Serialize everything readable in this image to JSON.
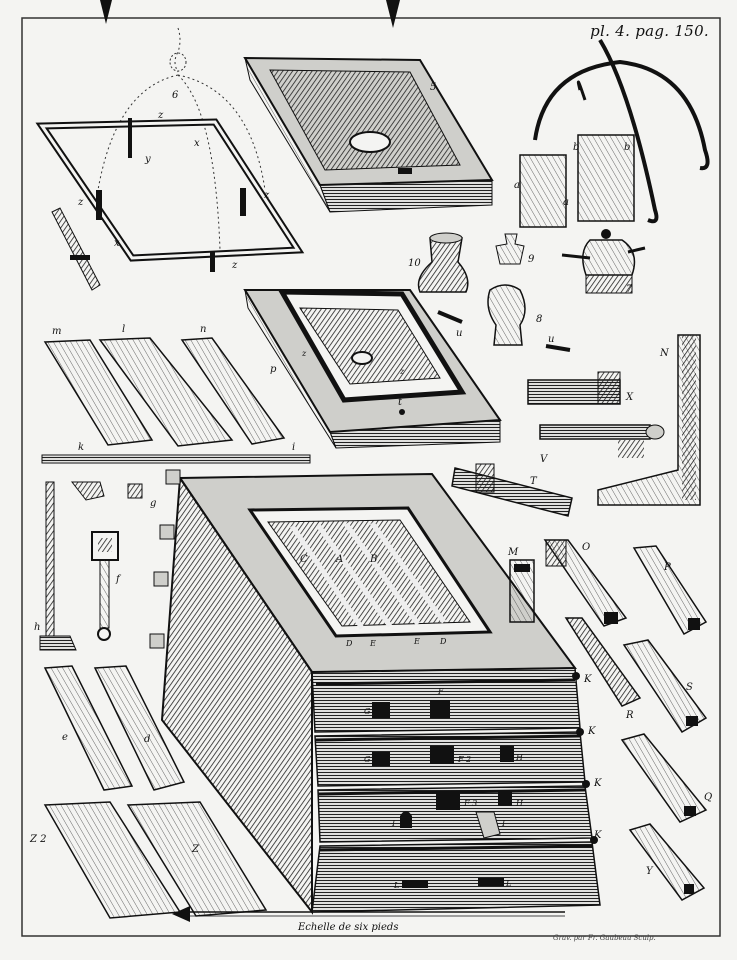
{
  "header": {
    "plate_number": "pl. 4. pag. 150."
  },
  "footer": {
    "scale_caption": "Echelle de six pieds",
    "engraver": "Grav. par Fr. Gaubeau Sculp."
  },
  "colors": {
    "paper": "#f4f4f2",
    "ink": "#111111",
    "shade": "#555555",
    "light": "#cfcfcb"
  },
  "labels": {
    "hoop_center": "6",
    "bar_z_top": "z",
    "bar_x_top": "x",
    "bar_y": "y",
    "bar_z_left": "z",
    "bar_z_right": "z",
    "bar_x_left": "x",
    "bar_z_bottom": "z",
    "frame_five": "5",
    "jar_left": "a",
    "jar_right": "b",
    "jar_right_b": "b",
    "jar_a": "a",
    "pot_ten": "10",
    "stopper_nine": "9",
    "vessel_seven": "7",
    "knob_eight": "8",
    "peg_u1": "u",
    "peg_u2": "u",
    "board_m": "m",
    "board_l": "l",
    "board_n": "n",
    "frame_p": "p",
    "frame_t": "t",
    "frame_z1": "z",
    "frame_z2": "z",
    "rod_k": "k",
    "rod_i": "i",
    "bracket_N": "N",
    "part_X": "X",
    "part_V": "V",
    "part_T": "T",
    "piece_g": "g",
    "piece_f": "f",
    "piece_h": "h",
    "hive_C": "C",
    "hive_A": "A",
    "hive_B": "B",
    "hive_D1": "D",
    "hive_E1": "E",
    "hive_E2": "E",
    "hive_D2": "D",
    "post_M": "M",
    "post_O": "O",
    "post_P": "P",
    "post_R": "R",
    "post_S": "S",
    "post_Q": "Q",
    "post_Y": "Y",
    "side_K1": "K",
    "side_K2": "K",
    "side_K3": "K",
    "side_K4": "K",
    "face_F": "F",
    "face_G1": "G",
    "face_G2": "G",
    "face_F2": "F 2",
    "face_H1": "H",
    "face_F3": "F 3",
    "face_H2": "H",
    "face_I1": "I",
    "face_I2": "I",
    "face_L1": "L",
    "face_L2": "L",
    "slat_e": "e",
    "slat_d": "d",
    "plank_Z2": "Z 2",
    "plank_Z": "Z"
  }
}
